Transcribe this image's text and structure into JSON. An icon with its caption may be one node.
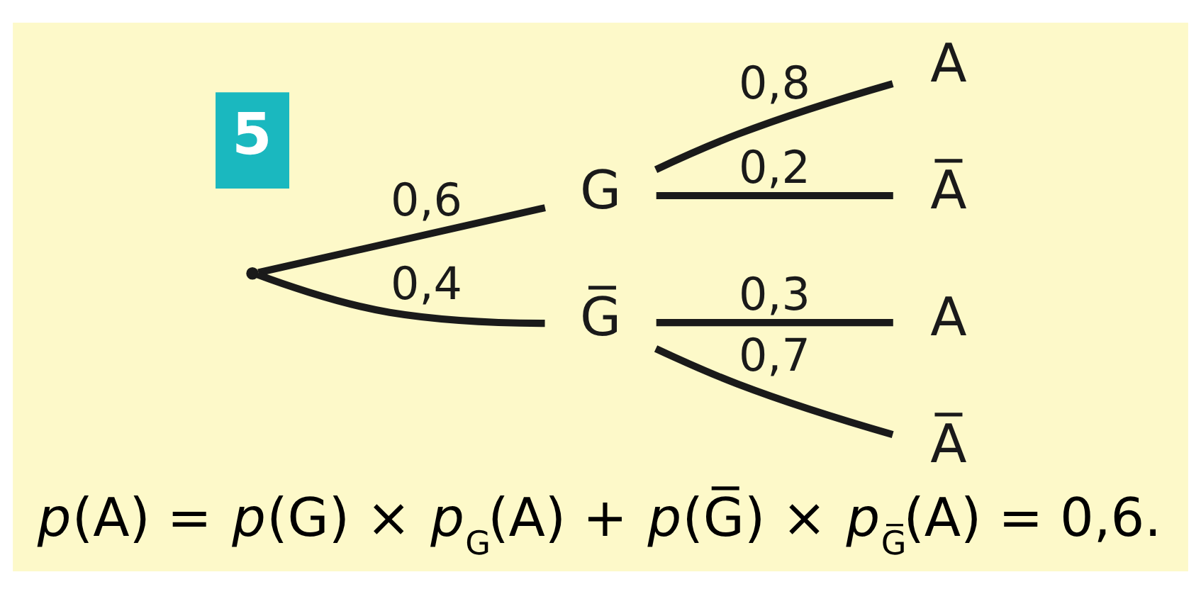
{
  "diagram": {
    "caption": "*p*(A) = *p*(G) × *p*$_{G}$(A) + *p*(G̅) × *p*$_{G̅}$(A) = 0,6.",
    "nodes": [
      {
        "text": [],
        "shape": "point"
      },
      {
        "text": [
          "G"
        ]
      },
      {
        "text": [
          "G̅"
        ]
      },
      {
        "text": [
          "A"
        ]
      },
      {
        "text": [
          "A̅"
        ]
      },
      {
        "text": [
          "A"
        ]
      },
      {
        "text": [
          "A̅"
        ]
      }
    ],
    "edges": [
      {
        "from": 0,
        "to": 1,
        "arrow": "none",
        "label": "0,6"
      },
      {
        "from": 0,
        "to": 2,
        "arrow": "none",
        "label": "0,4"
      },
      {
        "from": 1,
        "to": 3,
        "arrow": "none",
        "label": "0,8"
      },
      {
        "from": 1,
        "to": 4,
        "arrow": "none",
        "label": "0,2"
      },
      {
        "from": 2,
        "to": 5,
        "arrow": "none",
        "label": "0,3"
      },
      {
        "from": 2,
        "to": 6,
        "arrow": "none",
        "label": "0,7"
      }
    ],
    "labels": [
      "5"
    ]
  }
}
